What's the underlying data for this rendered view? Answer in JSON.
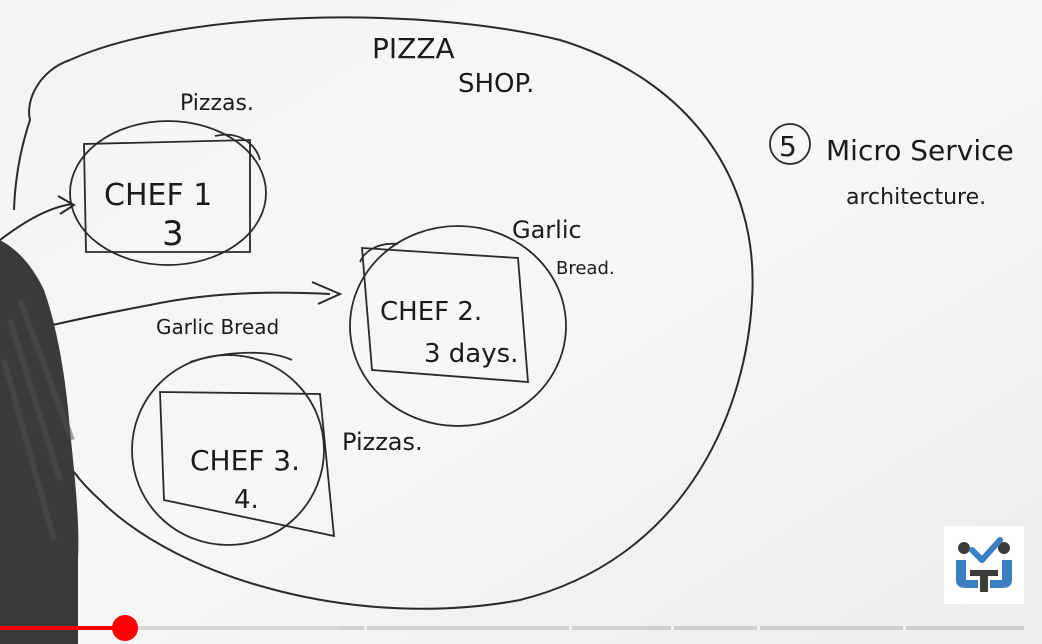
{
  "whiteboard": {
    "title_line1": "PIZZA",
    "title_line2": "SHOP.",
    "label_pizzas_top": "Pizzas.",
    "chef1_name": "CHEF 1",
    "chef1_value": "3",
    "label_garlic_bread_right": "Garlic",
    "label_garlic_bread_right_2": "Bread.",
    "label_garlic_bread_arrow": "Garlic Bread",
    "chef2_name": "CHEF 2.",
    "chef2_value": "3 days.",
    "label_pizzas_bottom": "Pizzas.",
    "chef3_name": "CHEF 3.",
    "chef3_value": "4.",
    "note_number": "5",
    "note_line1": "Micro Service",
    "note_line2": "architecture."
  },
  "player": {
    "progress_played_fraction": 0.122,
    "progress_buffered_fraction": 0.33,
    "accent_color": "#ff0000",
    "chapter_markers": 6
  },
  "watermark": {
    "icon": "two-people-checkmark-logo",
    "colors": [
      "#3a7fc1",
      "#3c3c3c"
    ]
  }
}
